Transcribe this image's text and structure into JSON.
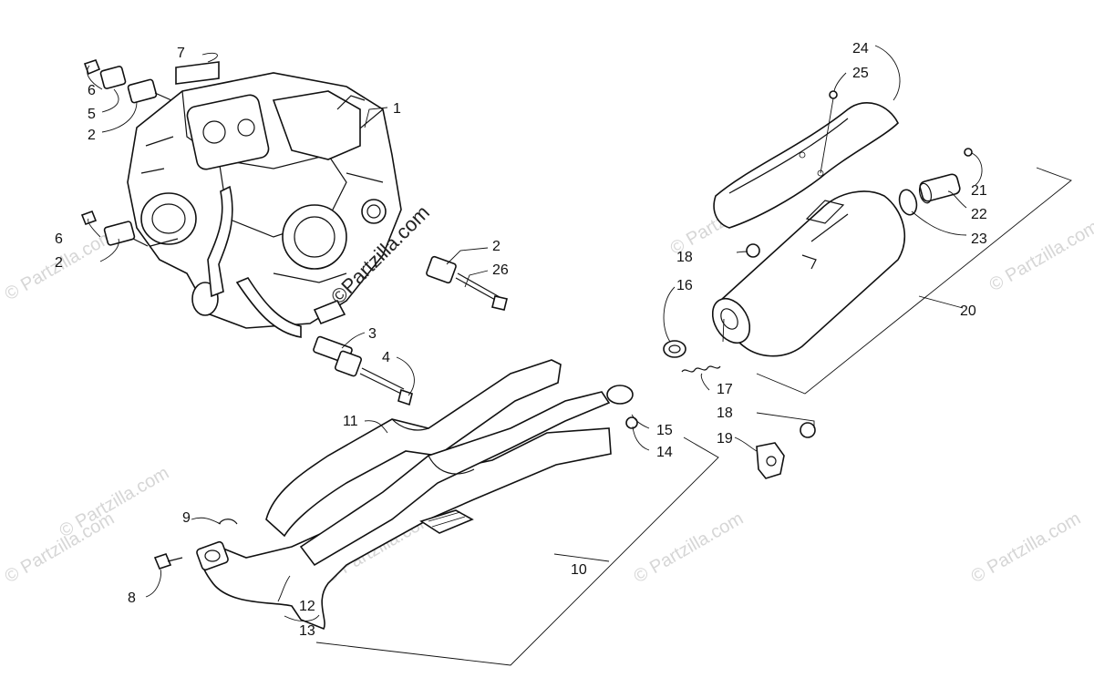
{
  "watermark": {
    "center_text": "©Partzilla.com",
    "tile_text": "© Partzilla.com"
  },
  "callouts": [
    {
      "id": "c1",
      "label": "1"
    },
    {
      "id": "c2a",
      "label": "2"
    },
    {
      "id": "c2b",
      "label": "2"
    },
    {
      "id": "c2c",
      "label": "2"
    },
    {
      "id": "c3",
      "label": "3"
    },
    {
      "id": "c4",
      "label": "4"
    },
    {
      "id": "c5",
      "label": "5"
    },
    {
      "id": "c6a",
      "label": "6"
    },
    {
      "id": "c6b",
      "label": "6"
    },
    {
      "id": "c7",
      "label": "7"
    },
    {
      "id": "c8",
      "label": "8"
    },
    {
      "id": "c9",
      "label": "9"
    },
    {
      "id": "c10",
      "label": "10"
    },
    {
      "id": "c11",
      "label": "11"
    },
    {
      "id": "c12",
      "label": "12"
    },
    {
      "id": "c13",
      "label": "13"
    },
    {
      "id": "c14",
      "label": "14"
    },
    {
      "id": "c15",
      "label": "15"
    },
    {
      "id": "c16",
      "label": "16"
    },
    {
      "id": "c17",
      "label": "17"
    },
    {
      "id": "c18a",
      "label": "18"
    },
    {
      "id": "c18b",
      "label": "18"
    },
    {
      "id": "c19",
      "label": "19"
    },
    {
      "id": "c20",
      "label": "20"
    },
    {
      "id": "c21",
      "label": "21"
    },
    {
      "id": "c22",
      "label": "22"
    },
    {
      "id": "c23",
      "label": "23"
    },
    {
      "id": "c24",
      "label": "24"
    },
    {
      "id": "c25",
      "label": "25"
    },
    {
      "id": "c26",
      "label": "26"
    }
  ]
}
